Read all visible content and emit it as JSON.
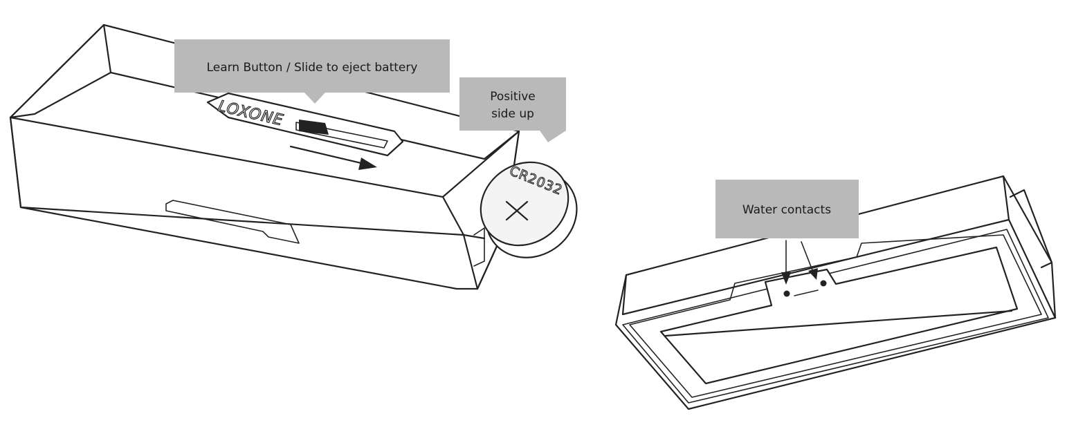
{
  "callouts": {
    "learn_button": "Learn Button / Slide to eject battery",
    "positive_line1": "Positive",
    "positive_line2": "side up",
    "water_contacts": "Water contacts"
  },
  "device": {
    "brand": "LOXONE"
  },
  "battery": {
    "model": "CR2032"
  },
  "colors": {
    "callout_fill": "#b9b9b9",
    "line": "#222222",
    "background": "#ffffff"
  }
}
